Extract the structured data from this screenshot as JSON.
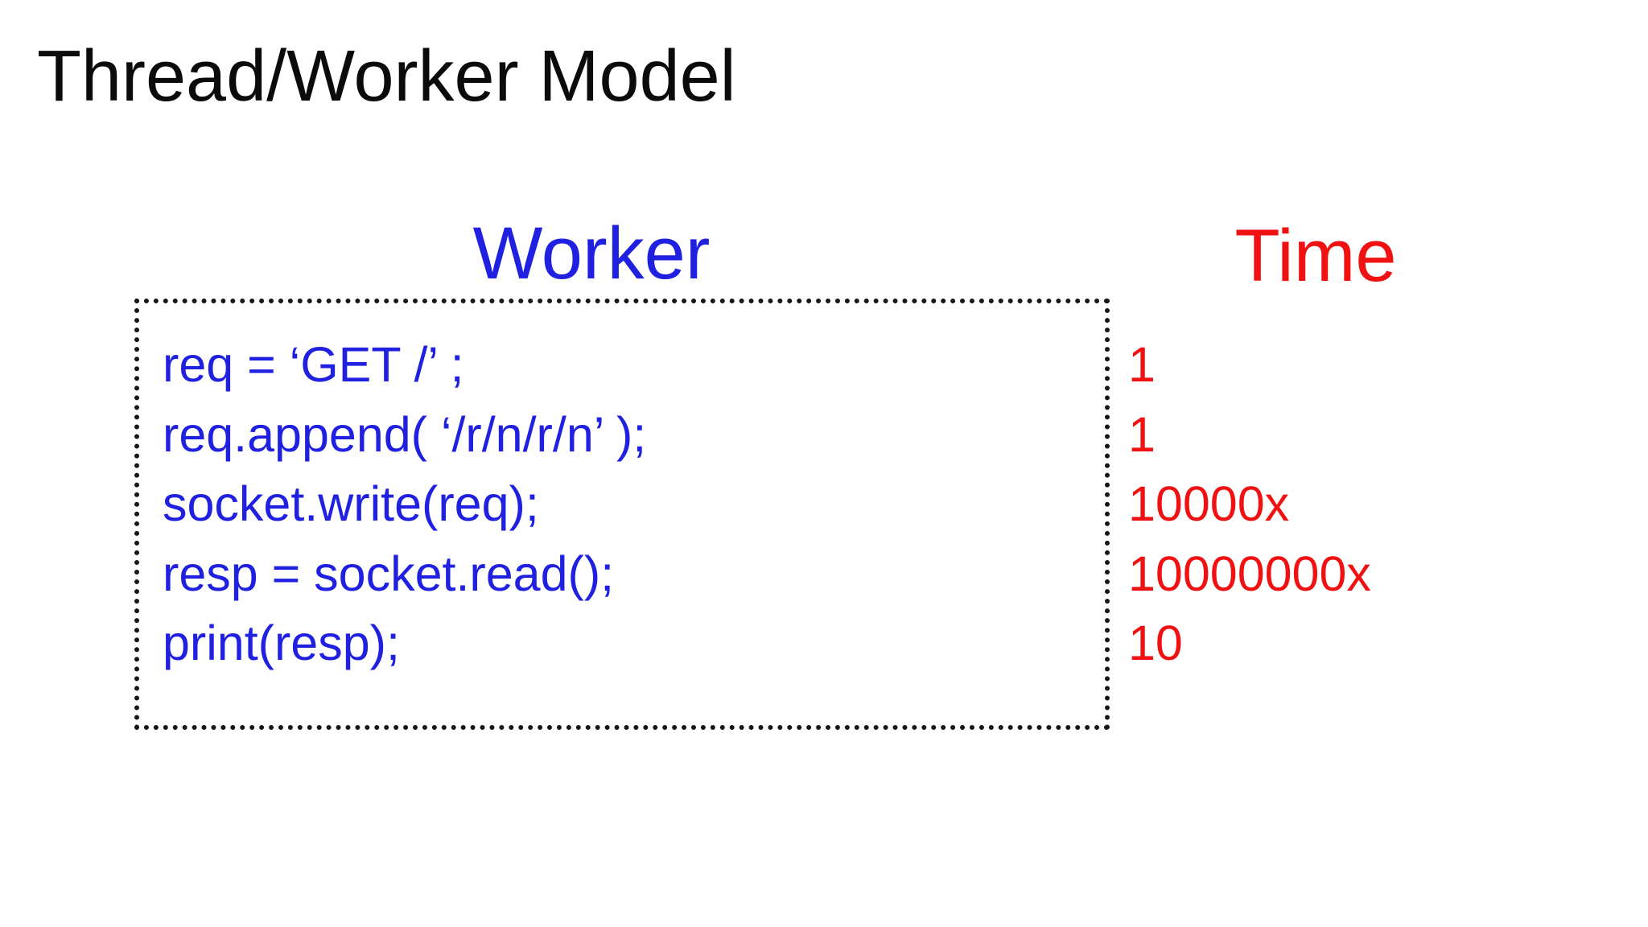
{
  "slide": {
    "title": "Thread/Worker Model"
  },
  "worker": {
    "header": "Worker",
    "code_lines": [
      "req = ‘GET /’ ;",
      "req.append( ‘/r/n/r/n’ );",
      "socket.write(req);",
      "resp = socket.read();",
      "print(resp);"
    ]
  },
  "time": {
    "header": "Time",
    "values": [
      "1",
      "1",
      "10000x",
      "10000000x",
      "10"
    ]
  },
  "colors": {
    "title_black": "#0b0b0b",
    "code_blue": "#2020e0",
    "time_red": "#f01212",
    "box_border": "#161616",
    "background": "#ffffff"
  }
}
